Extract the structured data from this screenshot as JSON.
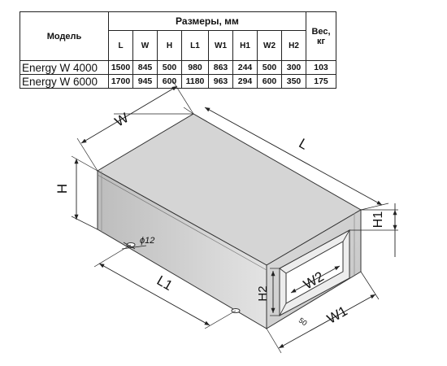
{
  "table": {
    "model_header": "Модель",
    "dims_header": "Размеры, мм",
    "weight_header_line1": "Вес,",
    "weight_header_line2": "кг",
    "columns": [
      "L",
      "W",
      "H",
      "L1",
      "W1",
      "H1",
      "W2",
      "H2"
    ],
    "rows": [
      {
        "model": "Energy W 4000",
        "values": [
          "1500",
          "845",
          "500",
          "980",
          "863",
          "244",
          "500",
          "300"
        ],
        "weight": "103"
      },
      {
        "model": "Energy W 6000",
        "values": [
          "1700",
          "945",
          "600",
          "1180",
          "963",
          "294",
          "600",
          "350"
        ],
        "weight": "175"
      }
    ]
  },
  "drawing": {
    "labels": {
      "W": "W",
      "L": "L",
      "H": "H",
      "H1": "H1",
      "L1": "L1",
      "W1": "W1",
      "W2": "W2",
      "H2": "H2",
      "hole": "ϕ12",
      "flange": "50"
    }
  }
}
